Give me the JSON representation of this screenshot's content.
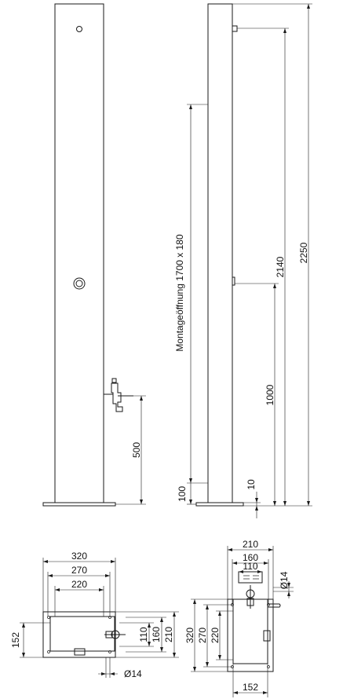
{
  "front_view": {
    "dim_500": "500"
  },
  "side_view": {
    "mounting_opening": "Montageöffnung 1700 x 180",
    "dim_2250": "2250",
    "dim_2140": "2140",
    "dim_1000": "1000",
    "dim_100": "100",
    "dim_10": "10"
  },
  "plan_left": {
    "dim_320": "320",
    "dim_270": "270",
    "dim_220": "220",
    "dim_152": "152",
    "dim_110": "110",
    "dim_160": "160",
    "dim_210": "210",
    "dim_d14": "Ø14"
  },
  "plan_right": {
    "dim_210": "210",
    "dim_160": "160",
    "dim_110": "110",
    "dim_d14": "Ø14",
    "dim_320": "320",
    "dim_270": "270",
    "dim_220": "220",
    "dim_152": "152"
  }
}
